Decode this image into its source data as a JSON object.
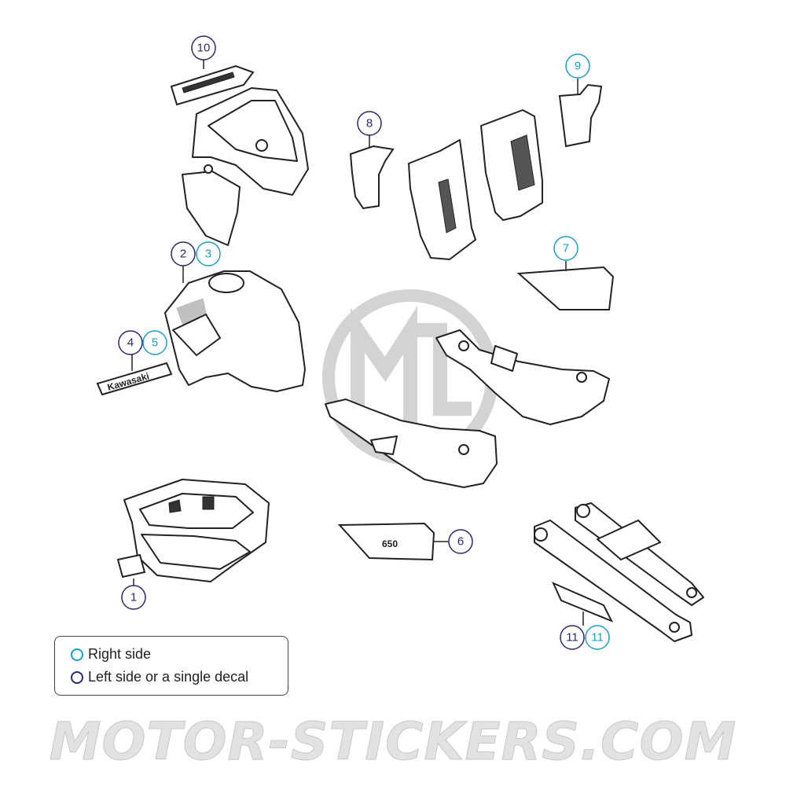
{
  "colors": {
    "right_side": "#1aa0c8",
    "left_side": "#2a2a6a",
    "logo": "#cfcfcf"
  },
  "callouts": [
    {
      "id": "c10",
      "label": "10",
      "side": "left"
    },
    {
      "id": "c9",
      "label": "9",
      "side": "right"
    },
    {
      "id": "c8",
      "label": "8",
      "side": "left"
    },
    {
      "id": "c2",
      "label": "2",
      "side": "left"
    },
    {
      "id": "c3",
      "label": "3",
      "side": "right"
    },
    {
      "id": "c7",
      "label": "7",
      "side": "right"
    },
    {
      "id": "c4",
      "label": "4",
      "side": "left"
    },
    {
      "id": "c5",
      "label": "5",
      "side": "right"
    },
    {
      "id": "c6",
      "label": "6",
      "side": "left"
    },
    {
      "id": "c1",
      "label": "1",
      "side": "left"
    },
    {
      "id": "c11a",
      "label": "11",
      "side": "left"
    },
    {
      "id": "c11b",
      "label": "11",
      "side": "right"
    }
  ],
  "decal_text": {
    "tank": "Kawasaki",
    "side_cover": "650"
  },
  "legend": {
    "right": "Right side",
    "left": "Left side or a single decal"
  },
  "watermark": "MOTOR-STICKERS.COM"
}
